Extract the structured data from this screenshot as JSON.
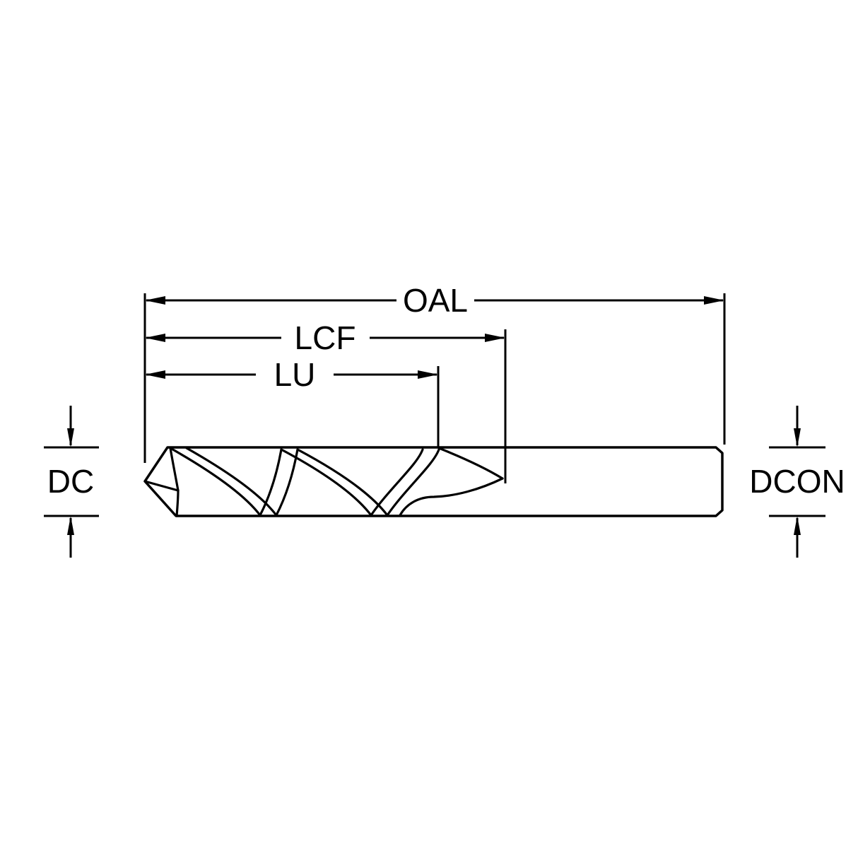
{
  "diagram": {
    "type": "technical-dimension-drawing",
    "subject": "twist-drill-side-view",
    "background_color": "#ffffff",
    "line_color": "#000000",
    "labels": {
      "oal": "OAL",
      "lcf": "LCF",
      "lu": "LU",
      "dc": "DC",
      "dcon": "DCON"
    }
  }
}
